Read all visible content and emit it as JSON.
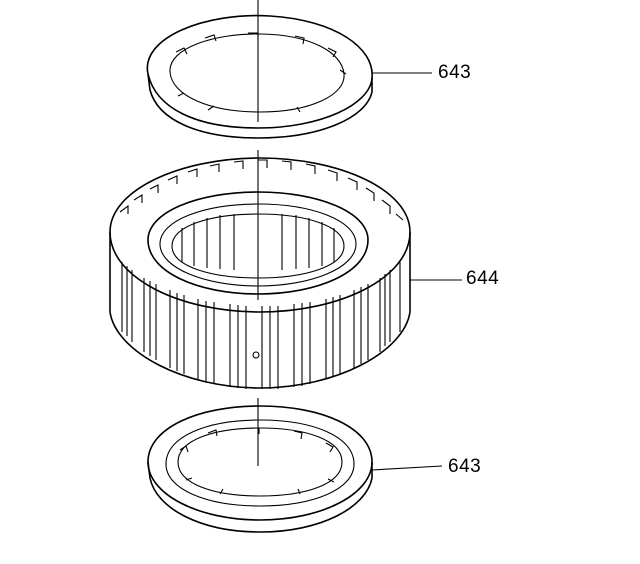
{
  "callouts": [
    {
      "id": "top-ring",
      "label": "643"
    },
    {
      "id": "clutch-hub",
      "label": "644"
    },
    {
      "id": "bottom-ring",
      "label": "643"
    }
  ],
  "colors": {
    "line": "#000000",
    "background": "#ffffff"
  }
}
